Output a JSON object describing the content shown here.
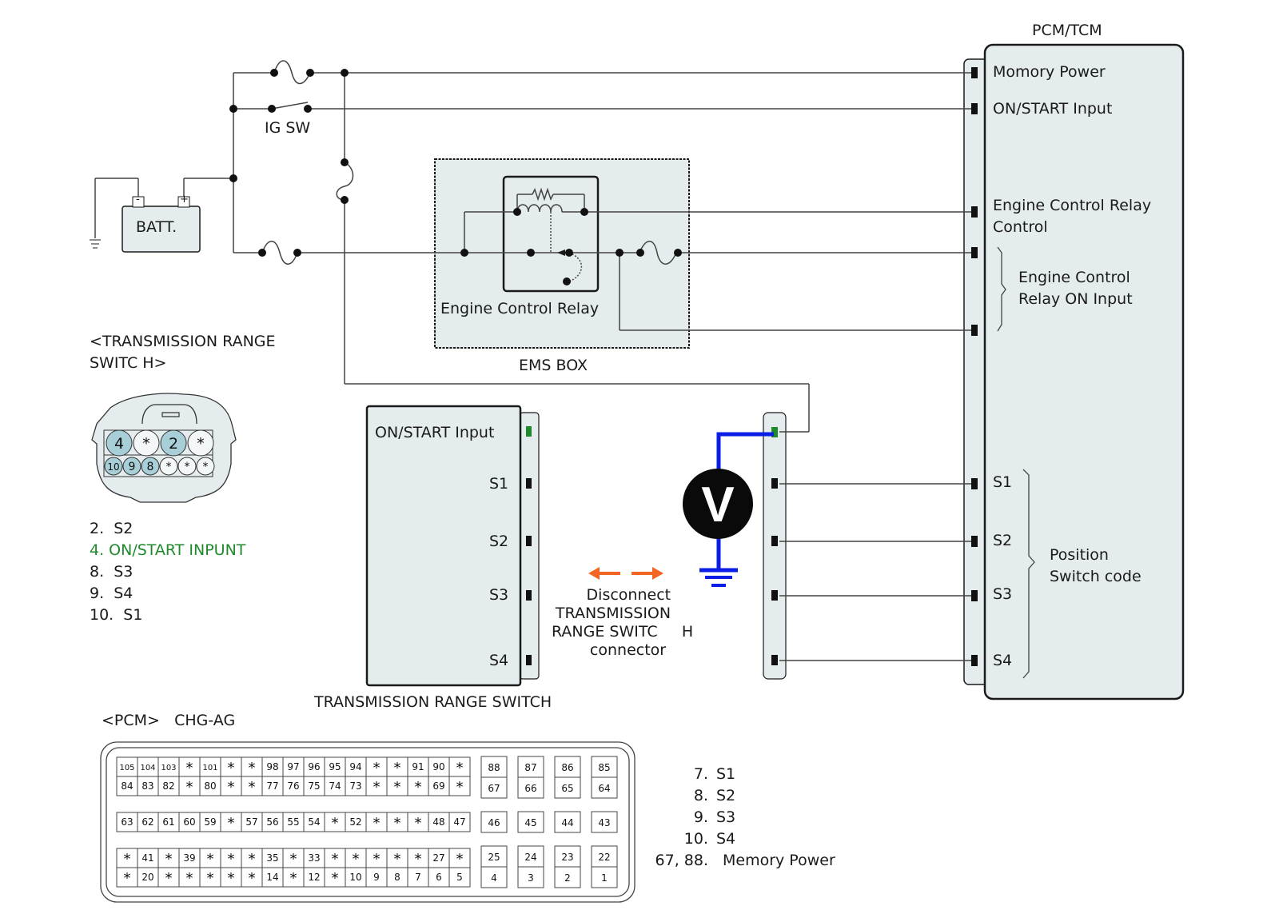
{
  "pcm_tcm": {
    "title": "PCM/TCM",
    "pins": {
      "memory_power": "Momory Power",
      "on_start_input": "ON/START Input",
      "ecr_control_line1": "Engine Control Relay",
      "ecr_control_line2": "Control",
      "ecr_on_input_line1": "Engine Control",
      "ecr_on_input_line2": "Relay ON Input",
      "s1": "S1",
      "s2": "S2",
      "s3": "S3",
      "s4": "S4",
      "position_line1": "Position",
      "position_line2": "Switch code"
    }
  },
  "power": {
    "battery_label": "BATT.",
    "battery_neg": "-",
    "battery_pos": "+",
    "ig_sw_label": "IG SW"
  },
  "ems_box": {
    "label": "EMS BOX",
    "relay_label": "Engine Control Relay"
  },
  "trs_connector": {
    "title_line1": "<TRANSMISSION RANGE",
    "title_line2": "SWITC   H>",
    "top_row": [
      {
        "pin": "4",
        "used": true
      },
      {
        "pin": "*",
        "used": false
      },
      {
        "pin": "2",
        "used": true
      },
      {
        "pin": "*",
        "used": false
      }
    ],
    "bottom_row": [
      {
        "pin": "10",
        "used": true
      },
      {
        "pin": "9",
        "used": true
      },
      {
        "pin": "8",
        "used": true
      },
      {
        "pin": "*",
        "used": false
      },
      {
        "pin": "*",
        "used": false
      },
      {
        "pin": "*",
        "used": false
      }
    ],
    "pin_list": [
      {
        "text": "2.  S2",
        "highlight": false
      },
      {
        "text": "4. ON/START INPUNT",
        "highlight": true
      },
      {
        "text": "8.  S3",
        "highlight": false
      },
      {
        "text": "9.  S4",
        "highlight": false
      },
      {
        "text": "10.  S1",
        "highlight": false
      }
    ]
  },
  "trs_component": {
    "label": "TRANSMISSION RANGE SWITCH",
    "pins": {
      "on_start_input": "ON/START Input",
      "s1": "S1",
      "s2": "S2",
      "s3": "S3",
      "s4": "S4"
    }
  },
  "instruction": {
    "line1": "Disconnect",
    "line2": "TRANSMISSION",
    "line3": "RANGE SWITC     H",
    "line4": "connector"
  },
  "voltmeter": {
    "symbol": "V"
  },
  "pcm_connector": {
    "title": "<PCM>   CHG-AG",
    "block_a": [
      [
        "105",
        "104",
        "103",
        "*",
        "101",
        "*",
        "*",
        "98",
        "97",
        "96",
        "95",
        "94",
        "*",
        "*",
        "91",
        "90",
        "*"
      ],
      [
        "84",
        "83",
        "82",
        "*",
        "80",
        "*",
        "*",
        "77",
        "76",
        "75",
        "74",
        "73",
        "*",
        "*",
        "*",
        "69",
        "*"
      ]
    ],
    "block_b": [
      [
        "63",
        "62",
        "61",
        "60",
        "59",
        "*",
        "57",
        "56",
        "55",
        "54",
        "*",
        "52",
        "*",
        "*",
        "*",
        "48",
        "47"
      ]
    ],
    "block_c": [
      [
        "*",
        "41",
        "*",
        "39",
        "*",
        "*",
        "*",
        "35",
        "*",
        "33",
        "*",
        "*",
        "*",
        "*",
        "*",
        "27",
        "*"
      ],
      [
        "*",
        "20",
        "*",
        "*",
        "*",
        "*",
        "*",
        "14",
        "*",
        "12",
        "*",
        "10",
        "9",
        "8",
        "7",
        "6",
        "5"
      ]
    ],
    "right_pairs_top": [
      [
        "88",
        "67"
      ],
      [
        "87",
        "66"
      ],
      [
        "86",
        "65"
      ],
      [
        "85",
        "64"
      ]
    ],
    "right_singles_mid": [
      "46",
      "45",
      "44",
      "43"
    ],
    "right_pairs_bottom": [
      [
        "25",
        "4"
      ],
      [
        "24",
        "3"
      ],
      [
        "23",
        "2"
      ],
      [
        "22",
        "1"
      ]
    ],
    "pin_list": [
      {
        "num": "7.",
        "name": "S1"
      },
      {
        "num": "8.",
        "name": "S2"
      },
      {
        "num": "9.",
        "name": "S3"
      },
      {
        "num": "10.",
        "name": "S4"
      },
      {
        "num": "67, 88.",
        "name": "Memory Power"
      }
    ]
  },
  "colors": {
    "box_fill": "#e5ecee",
    "pin_used_fill": "#a8cfd8",
    "highlight_green": "#1f8a2b",
    "probe_blue": "#0a1ee6",
    "arrow_orange": "#f26522",
    "wire": "#444444"
  }
}
